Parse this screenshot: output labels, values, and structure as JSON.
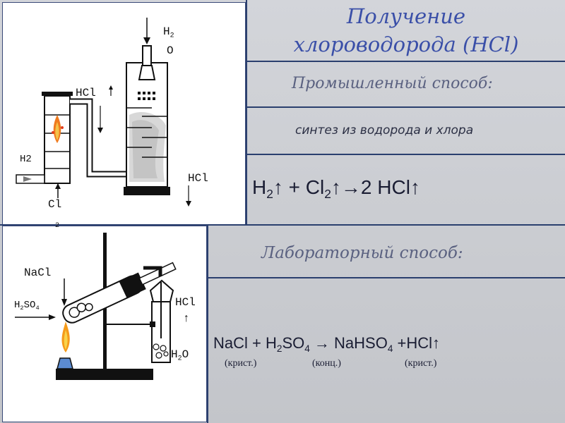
{
  "title": {
    "line1": "Получение",
    "line2": "хлороводорода (HCl)"
  },
  "industrial": {
    "heading": "Промышленный способ:",
    "description": "синтез из водорода и хлора",
    "equation": {
      "h": "H",
      "h_sub": "2",
      "arrow1": "↑ + Cl",
      "cl_sub": "2",
      "rest": "↑→2 HCl↑"
    },
    "labels": {
      "water_h": "H",
      "water_sub": "2",
      "water_o": "O",
      "hcl_top": "HCl",
      "hcl_bottom": "HCl",
      "h2": "H2",
      "cl": "Cl",
      "cl_sub": "2"
    }
  },
  "laboratory": {
    "heading": "Лабораторный способ:",
    "equation": {
      "nacl": "NaCl + H",
      "h_sub": "2",
      "so": "SO",
      "so_sub": "4",
      "arrow": " → NaHSO",
      "na_sub": "4",
      "rest": " +HCl↑"
    },
    "notes": {
      "first": "(крист.)",
      "second": "(конц.)",
      "third": "(крист.)"
    },
    "labels": {
      "nacl": "NaCl",
      "h2so4_h": "H",
      "h2so4_sub": "2",
      "h2so4_so": "SO",
      "h2so4_sub2": "4",
      "hcl": "HCl",
      "hcl_arrow": "↑",
      "water_h": "H",
      "water_sub": "2",
      "water_o": "O"
    }
  }
}
